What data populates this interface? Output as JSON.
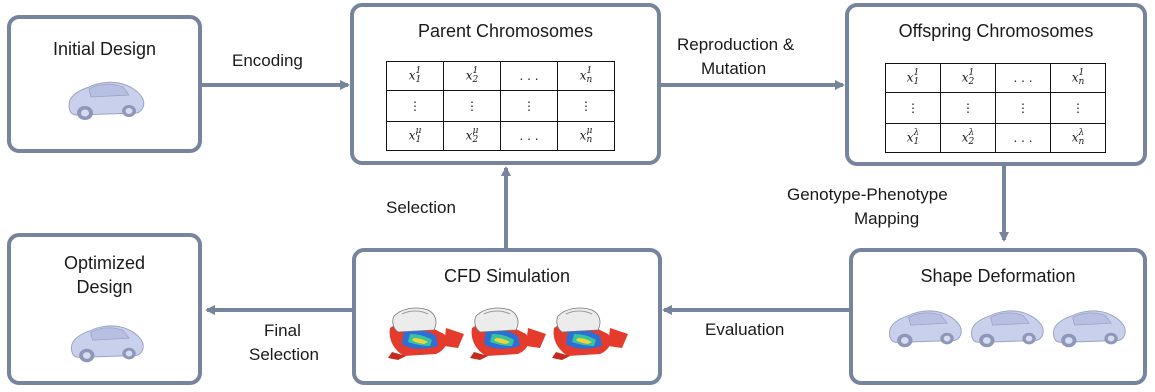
{
  "boxes": {
    "initial_design": "Initial Design",
    "parent": "Parent Chromosomes",
    "offspring": "Offspring Chromosomes",
    "optimized_line1": "Optimized",
    "optimized_line2": "Design",
    "cfd": "CFD Simulation",
    "shape": "Shape Deformation"
  },
  "arrows": {
    "encoding": "Encoding",
    "reproduction_line1": "Reproduction &",
    "reproduction_line2": "Mutation",
    "genotype_line1": "Genotype-Phenotype",
    "genotype_line2": "Mapping",
    "selection": "Selection",
    "evaluation": "Evaluation",
    "final_line1": "Final",
    "final_line2": "Selection"
  },
  "parent_table": {
    "rows": [
      [
        {
          "b": "x",
          "sup": "1",
          "sub": "1"
        },
        {
          "b": "x",
          "sup": "1",
          "sub": "2"
        },
        {
          "t": ". . ."
        },
        {
          "b": "x",
          "sup": "1",
          "sub": "n"
        }
      ],
      [
        {
          "t": "⋮"
        },
        {
          "t": "⋮"
        },
        {
          "t": "⋮"
        },
        {
          "t": "⋮"
        }
      ],
      [
        {
          "b": "x",
          "sup": "μ",
          "sub": "1"
        },
        {
          "b": "x",
          "sup": "μ",
          "sub": "2"
        },
        {
          "t": ". . ."
        },
        {
          "b": "x",
          "sup": "μ",
          "sub": "n"
        }
      ]
    ]
  },
  "offspring_table": {
    "rows": [
      [
        {
          "b": "x",
          "sup": "1",
          "sub": "1"
        },
        {
          "b": "x",
          "sup": "1",
          "sub": "2"
        },
        {
          "t": ". . ."
        },
        {
          "b": "x",
          "sup": "1",
          "sub": "n"
        }
      ],
      [
        {
          "t": "⋮"
        },
        {
          "t": "⋮"
        },
        {
          "t": "⋮"
        },
        {
          "t": "⋮"
        }
      ],
      [
        {
          "b": "x",
          "sup": "λ",
          "sub": "1"
        },
        {
          "b": "x",
          "sup": "λ",
          "sub": "2"
        },
        {
          "t": ". . ."
        },
        {
          "b": "x",
          "sup": "λ",
          "sub": "n"
        }
      ]
    ]
  },
  "colors": {
    "box_border": "#76849e",
    "arrow": "#76849e",
    "car": "#c9d0ec"
  },
  "icons": [
    "car-icon",
    "cfd-flow-icon"
  ]
}
